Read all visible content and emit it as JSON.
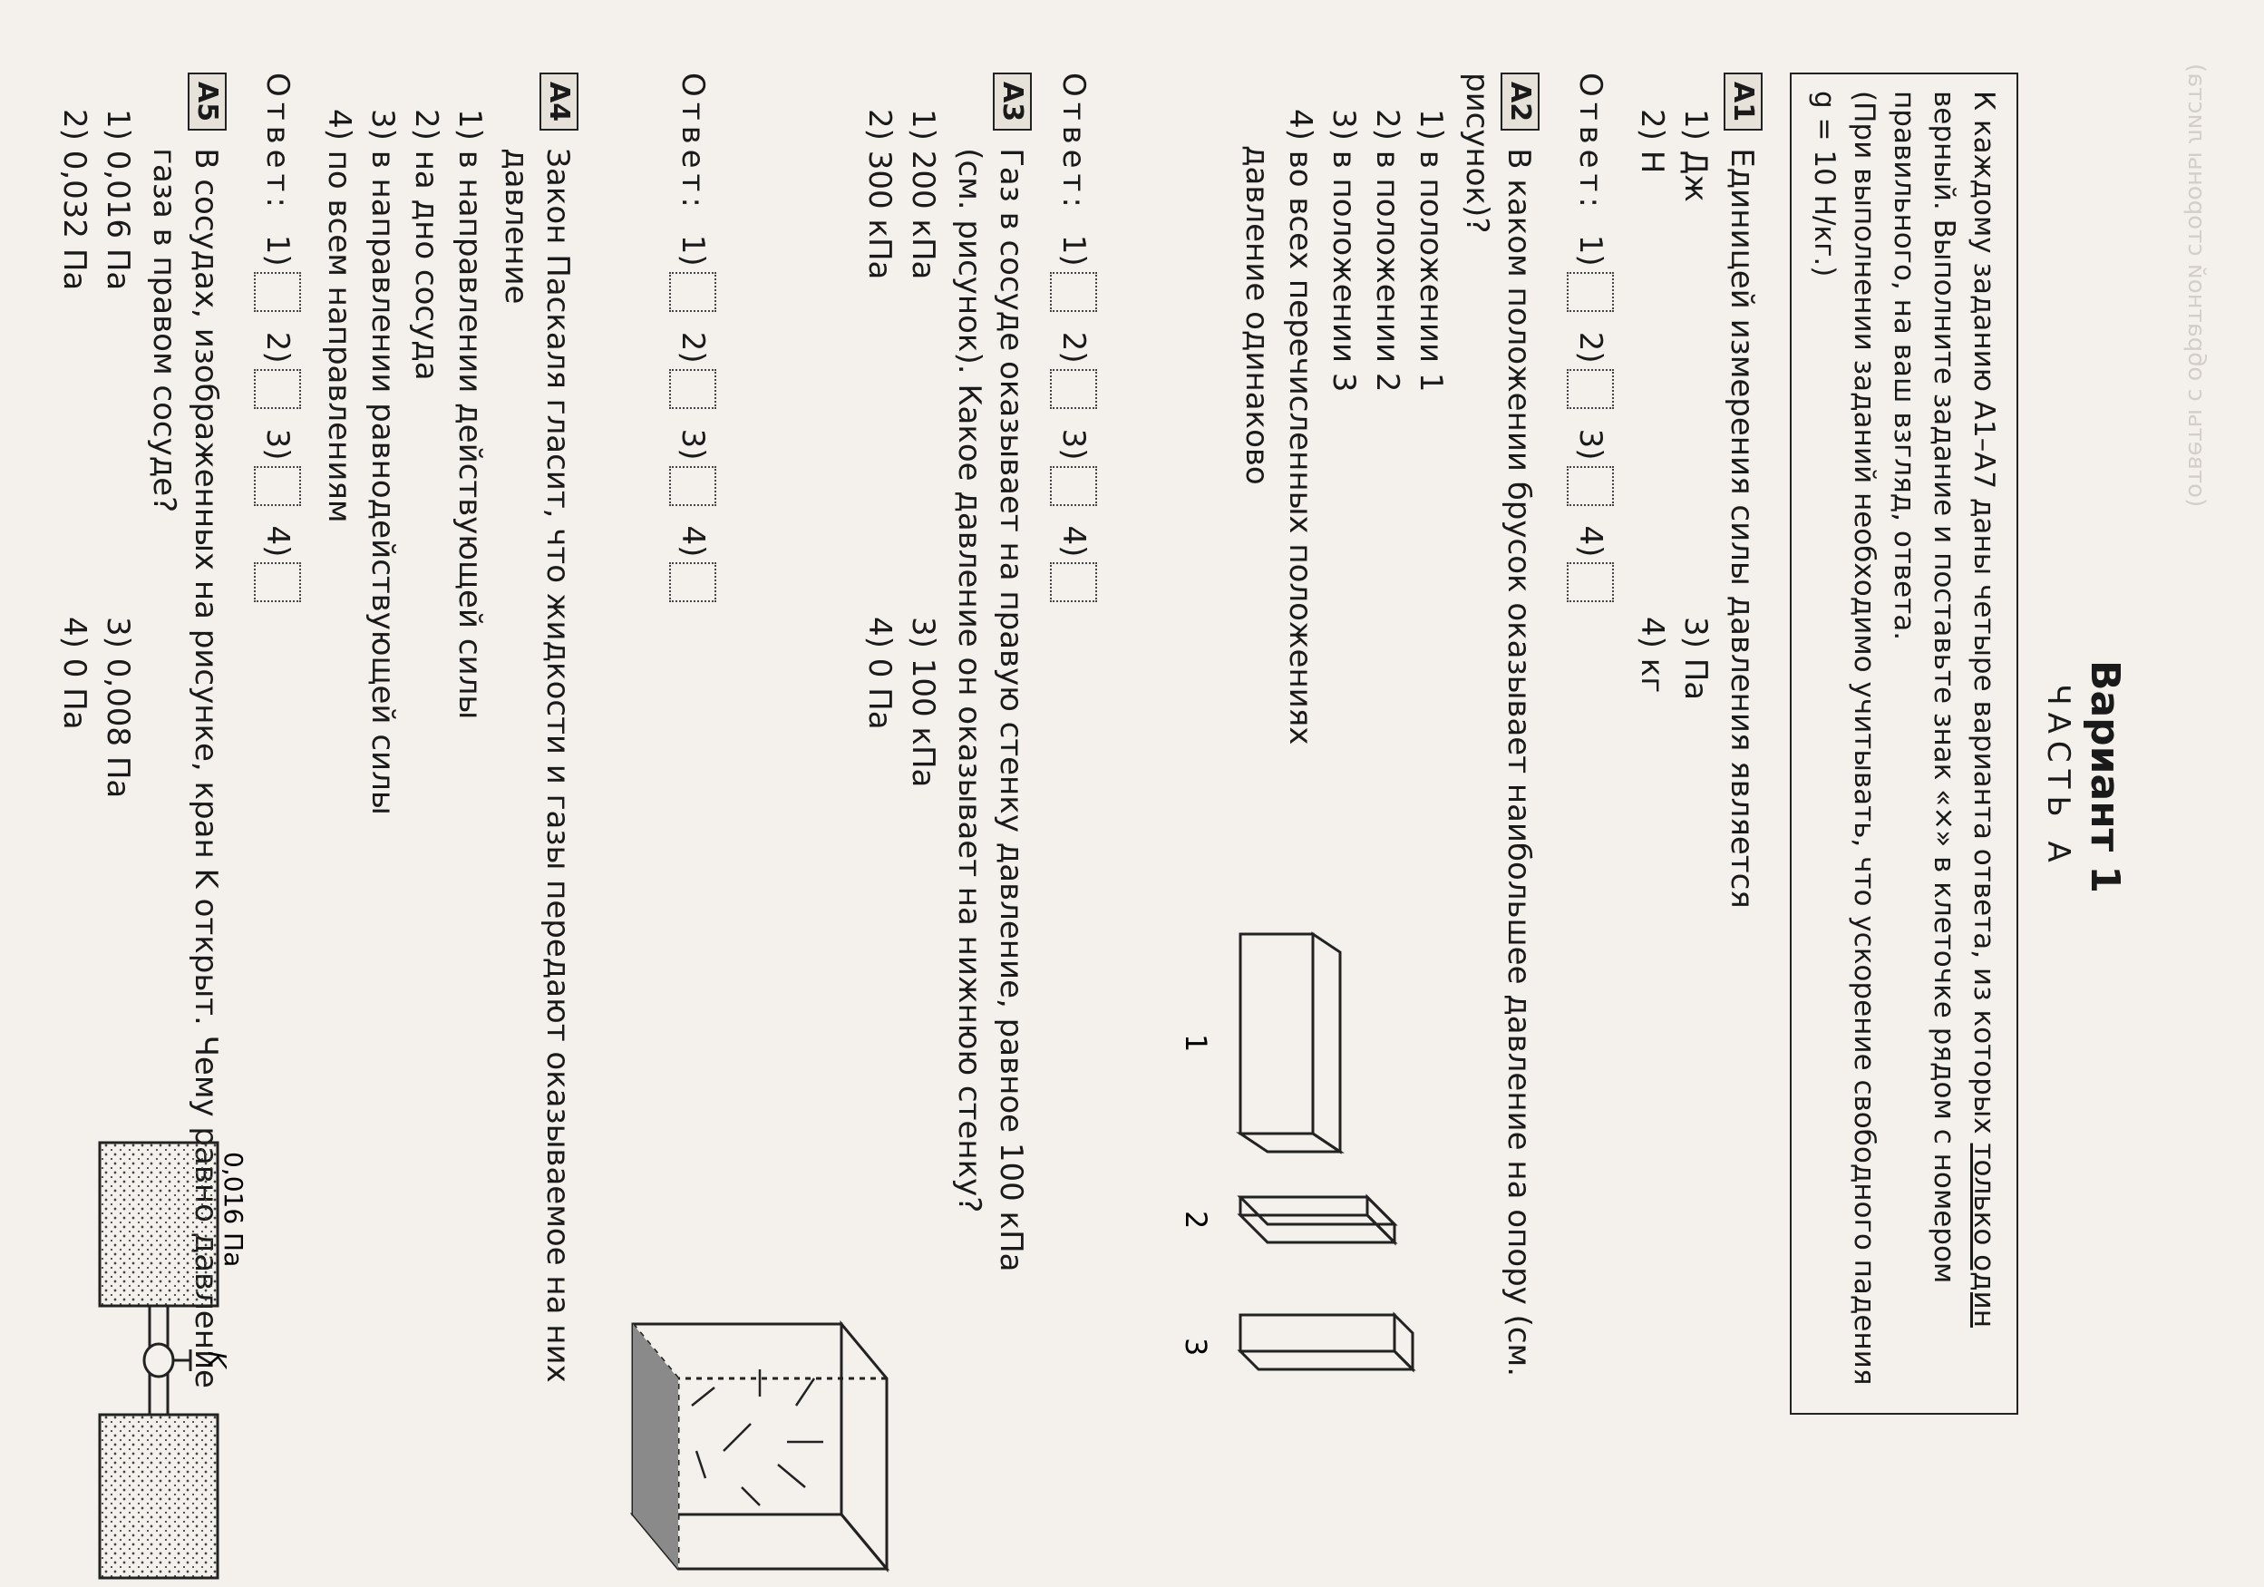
{
  "header": {
    "title": "Вариант 1",
    "part": "ЧАСТЬ А"
  },
  "intro": {
    "line1": "К каждому заданию А1–А7 даны четыре варианта ответа, из которых ",
    "emph": "только один",
    "line2": " верный. Выполните задание и поставьте знак «×» в клеточке рядом с номером правильного, на ваш взгляд, ответа.",
    "line3": "(При выполнении заданий необходимо учитывать, что ускорение свободного падения g = 10 Н/кг.)"
  },
  "answer_label": "Ответ:",
  "answer_numbers": [
    "1)",
    "2)",
    "3)",
    "4)"
  ],
  "tasks": [
    {
      "num": "А1",
      "question": "Единицей измерения силы давления является",
      "options": [
        "1) Дж",
        "3) Па",
        "2) Н",
        "4) кг"
      ]
    },
    {
      "num": "А2",
      "question": "В каком положении брусок оказывает наибольшее давление на опору (см. рисунок)?",
      "options": [
        "1) в положении 1",
        "2) в положении 2",
        "3) в положении 3",
        "4) во всех перечисленных положениях давление одинаково"
      ],
      "figure_labels": [
        "1",
        "2",
        "3"
      ]
    },
    {
      "num": "А3",
      "question": "Газ в сосуде оказывает на правую стенку давление, равное 100 кПа (см. рисунок). Какое давление он оказывает на нижнюю стенку?",
      "options": [
        "1) 200 кПа",
        "3) 100 кПа",
        "2) 300 кПа",
        "4) 0 Па"
      ]
    },
    {
      "num": "А4",
      "question": "Закон Паскаля гласит, что жидкости и газы передают оказываемое на них давление",
      "options": [
        "1) в направлении действующей силы",
        "2) на дно сосуда",
        "3) в направлении равнодействующей силы",
        "4) по всем направлениям"
      ]
    },
    {
      "num": "А5",
      "question": "В сосудах, изображенных на рисунке, кран K открыт. Чему равно давление газа в правом сосуде?",
      "options": [
        "1) 0,016 Па",
        "3) 0,008 Па",
        "2) 0,032 Па",
        "4) 0 Па"
      ],
      "figure_labels": [
        "0,016 Па",
        "K"
      ]
    }
  ],
  "colors": {
    "ink": "#1a1a1a",
    "paper": "#f4f1ec",
    "ghost": "#c9c4bc"
  }
}
